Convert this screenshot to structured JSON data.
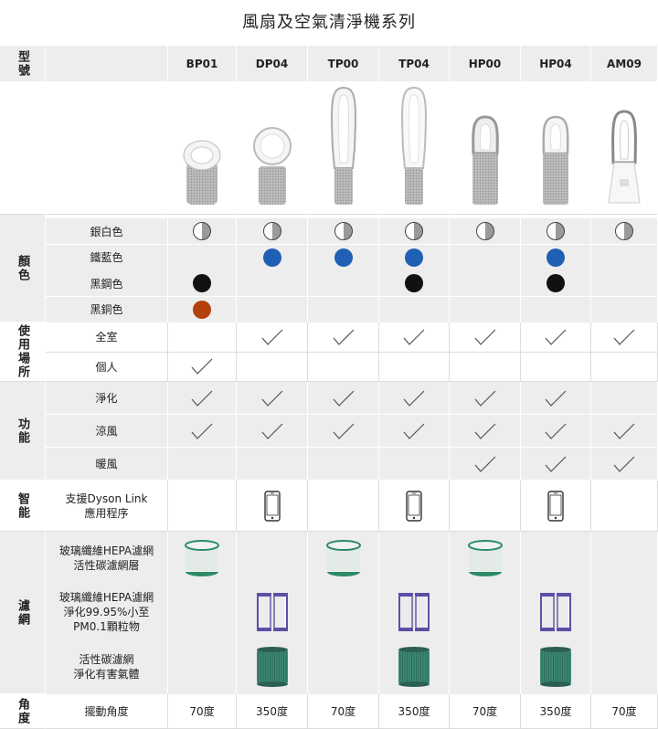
{
  "title": "風扇及空氣清淨機系列",
  "header": {
    "type_label": "型號"
  },
  "models": [
    "BP01",
    "DP04",
    "TP00",
    "TP04",
    "HP00",
    "HP04",
    "AM09"
  ],
  "sections": {
    "color": {
      "label": "顏色",
      "rows": [
        "銀白色",
        "鐵藍色",
        "黑鋼色",
        "黑銅色"
      ]
    },
    "usage": {
      "label": "使用場所",
      "rows": [
        "全室",
        "個人"
      ]
    },
    "function": {
      "label": "功能",
      "rows": [
        "淨化",
        "涼風",
        "暖風"
      ]
    },
    "smart": {
      "label": "智能",
      "rows": [
        "支援Dyson Link\n應用程序"
      ]
    },
    "filter": {
      "label": "濾網",
      "rows": [
        "玻璃纖維HEPA濾網\n活性碳濾網層",
        "玻璃纖維HEPA濾網\n淨化99.95%小至\nPM0.1顆粒物",
        "活性碳濾網\n淨化有害氣體"
      ]
    },
    "angle": {
      "label": "角度",
      "row": "擺動角度"
    }
  },
  "colors": {
    "silver_white": "#9a9a9a",
    "iron_blue": "#1f5fb4",
    "black_steel": "#111111",
    "black_copper": "#b4410c",
    "gray_band": "#ededed"
  },
  "matrix": {
    "silver_white": [
      1,
      1,
      1,
      1,
      1,
      1,
      1
    ],
    "iron_blue": [
      0,
      1,
      1,
      1,
      0,
      1,
      0
    ],
    "black_steel": [
      1,
      0,
      0,
      1,
      0,
      1,
      0
    ],
    "black_copper": [
      1,
      0,
      0,
      0,
      0,
      0,
      0
    ],
    "whole_room": [
      0,
      1,
      1,
      1,
      1,
      1,
      1
    ],
    "personal": [
      1,
      0,
      0,
      0,
      0,
      0,
      0
    ],
    "purify": [
      1,
      1,
      1,
      1,
      1,
      1,
      0
    ],
    "cool": [
      1,
      1,
      1,
      1,
      1,
      1,
      1
    ],
    "heat": [
      0,
      0,
      0,
      0,
      1,
      1,
      1
    ],
    "dyson_link": [
      0,
      1,
      0,
      1,
      0,
      1,
      0
    ],
    "filter_combo": [
      1,
      0,
      1,
      0,
      1,
      0,
      0
    ],
    "filter_hepa": [
      0,
      1,
      0,
      1,
      0,
      1,
      0
    ],
    "filter_carbon": [
      0,
      1,
      0,
      1,
      0,
      1,
      0
    ]
  },
  "angles": [
    "70度",
    "350度",
    "70度",
    "350度",
    "70度",
    "350度",
    "70度"
  ],
  "icons": {
    "tick": "checkmark-icon",
    "phone": "smartphone-icon",
    "filter": "filter-cylinder-icon",
    "product": "product-image"
  }
}
